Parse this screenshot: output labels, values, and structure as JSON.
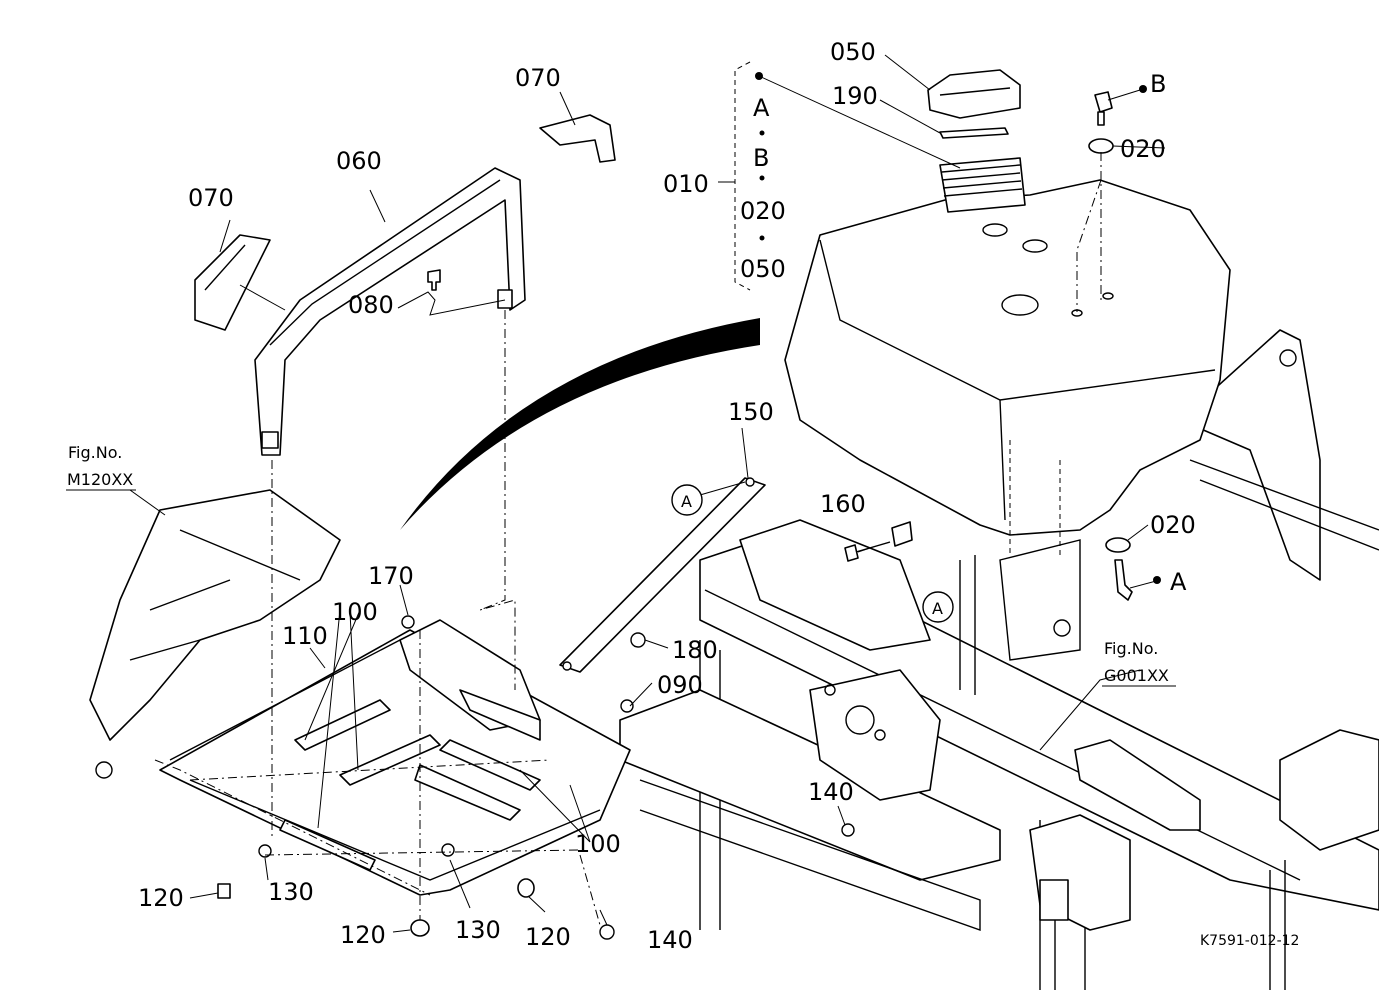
{
  "callouts": {
    "p050": "050",
    "p190": "190",
    "pB": "B",
    "p020_top": "020",
    "p010": "010",
    "set_a": "A",
    "set_b": "B",
    "set_020": "020",
    "set_050": "050",
    "p070_top": "070",
    "p070_left": "070",
    "p060": "060",
    "p080": "080",
    "p150": "150",
    "circle_a_1": "A",
    "p160": "160",
    "p020_bottom": "020",
    "pA_bottom": "A",
    "circle_a_2": "A",
    "p170": "170",
    "p100_top": "100",
    "p110": "110",
    "p180": "180",
    "p090": "090",
    "p140_right": "140",
    "p100_bottom": "100",
    "p120_left": "120",
    "p130_left": "130",
    "p120_mid": "120",
    "p130_mid": "130",
    "p120_right": "120",
    "p140_bottom": "140"
  },
  "fig_refs": {
    "left": {
      "line1": "Fig.No.",
      "line2": "M120XX"
    },
    "right": {
      "line1": "Fig.No.",
      "line2": "G001XX"
    }
  },
  "drawing_code": "K7591-012-12"
}
